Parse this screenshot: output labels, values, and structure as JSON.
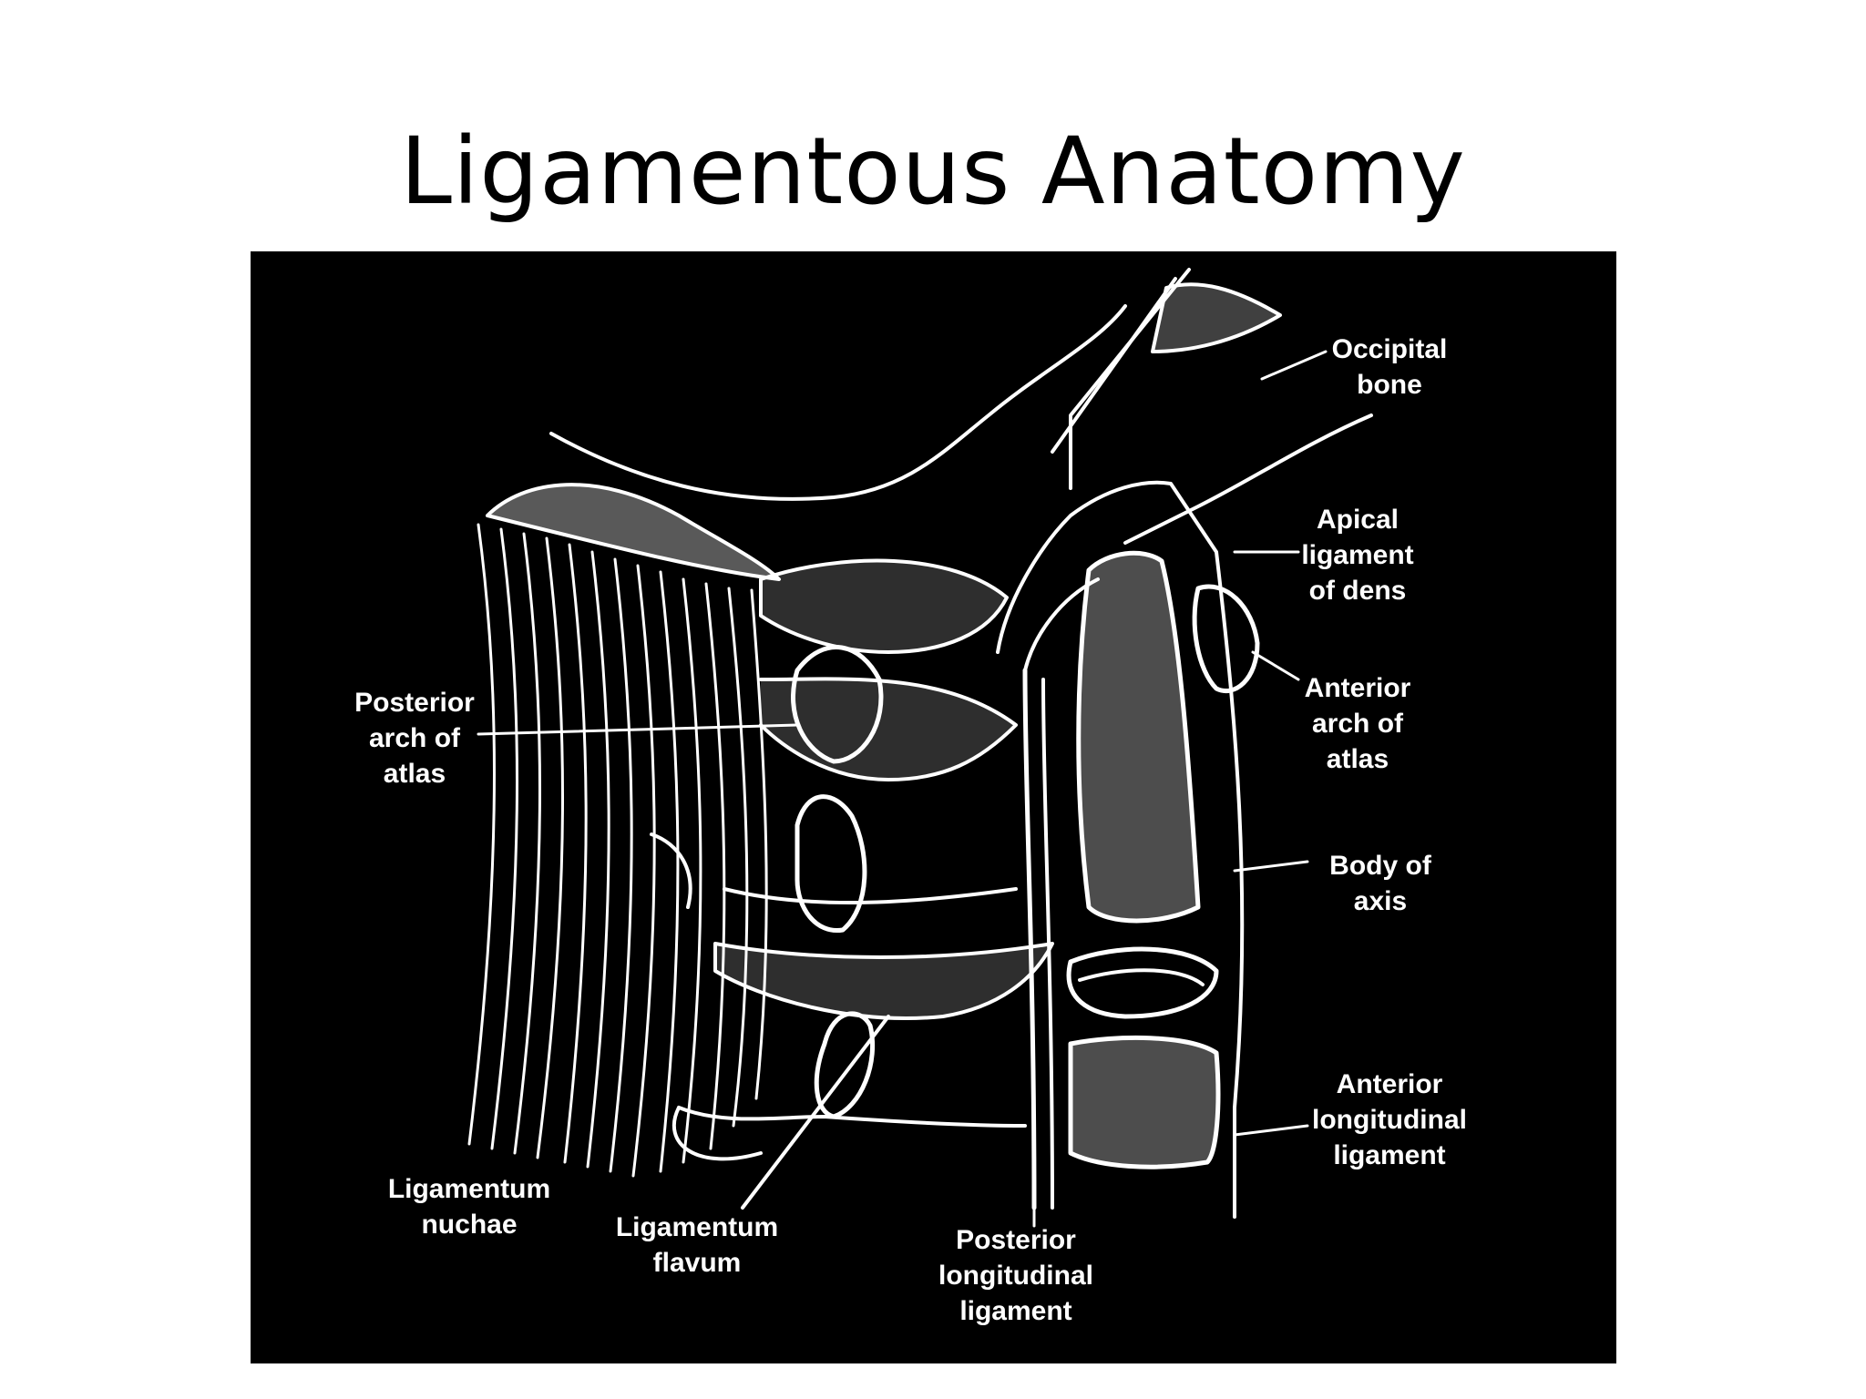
{
  "slide": {
    "title": "Ligamentous Anatomy"
  },
  "figure": {
    "background_color": "#000000",
    "stroke_color": "#ffffff",
    "labels": {
      "occipital_bone": "Occipital\nbone",
      "apical_ligament": "Apical\nligament\nof dens",
      "anterior_arch": "Anterior\narch of\natlas",
      "body_of_axis": "Body of\naxis",
      "anterior_longitudinal": "Anterior\nlongitudinal\nligament",
      "posterior_arch": "Posterior\narch of\natlas",
      "ligamentum_nuchae": "Ligamentum\nnuchae",
      "ligamentum_flavum": "Ligamentum\nflavum",
      "posterior_longitudinal": "Posterior\nlongitudinal\nligament"
    }
  }
}
